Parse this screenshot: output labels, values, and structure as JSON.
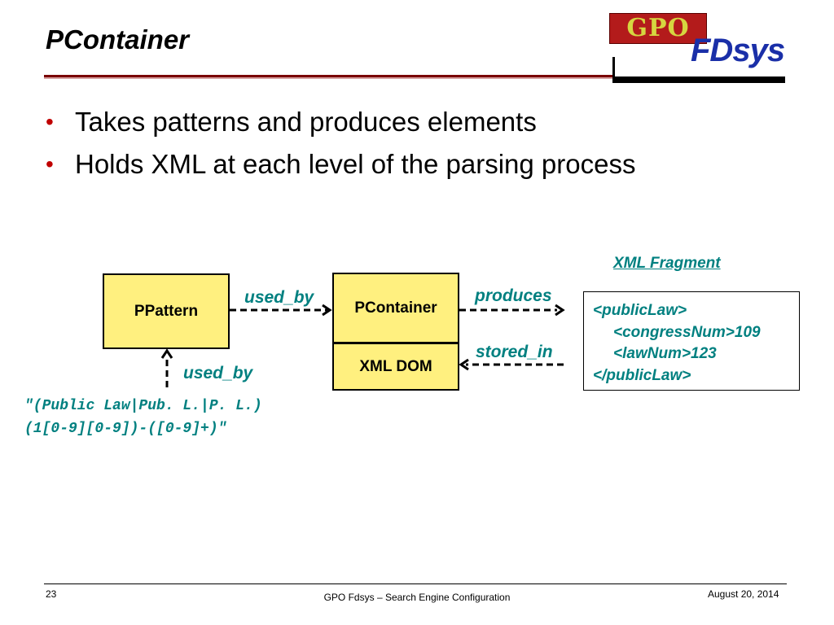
{
  "slide": {
    "title": "PContainer",
    "bullets": [
      "Takes patterns and produces elements",
      "Holds XML at each level of the parsing process"
    ]
  },
  "logo": {
    "seal_text": "GPO",
    "name": "FDsys"
  },
  "diagram": {
    "boxes": {
      "ppattern": "PPattern",
      "pcontainer": "PContainer",
      "xml_dom": "XML DOM"
    },
    "edges": {
      "used_by_horizontal": "used_by",
      "used_by_vertical": "used_by",
      "produces": "produces",
      "stored_in": "stored_in"
    },
    "regex": {
      "line1": "\"(Public Law|Pub. L.|P. L.)",
      "line2": "(1[0-9][0-9])-([0-9]+)\""
    },
    "xml_fragment": {
      "label": "XML Fragment",
      "lines": [
        "<publicLaw>",
        "<congressNum>109",
        "<lawNum>123",
        "</publicLaw>"
      ]
    }
  },
  "footer": {
    "page_number": "23",
    "center_text": "GPO Fdsys – Search Engine Configuration",
    "date": "August 20, 2014"
  },
  "colors": {
    "accent_red": "#c00000",
    "teal_text": "#008080",
    "box_fill": "#fff07f",
    "logo_blue": "#1a2fa8"
  }
}
